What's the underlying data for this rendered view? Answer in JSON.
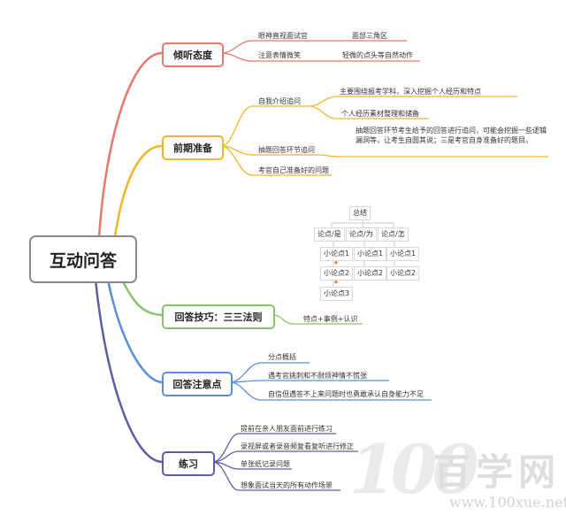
{
  "root": "互动问答",
  "branches": {
    "listen": {
      "title": "倾听态度",
      "color": "#e8776b",
      "items": [
        "眼神直视面试官",
        "面部三角区",
        "注意表情微笑",
        "轻微的点头等自然动作"
      ]
    },
    "prep": {
      "title": "前期准备",
      "color": "#f0b429",
      "items": [
        "自我介绍追问",
        "主要围绕报考学科，深入挖掘个人经历和特点",
        "个人经历素材整理和储备",
        "抽题回答环节追问",
        "抽题回答环节考生给予的回答进行追问，可能会挖掘一些逻辑漏洞等，让考生自圆其说；三是考官自身准备好的题目。",
        "考官自己准备好的问题"
      ]
    },
    "skill": {
      "title": "回答技巧：三三法则",
      "color": "#8ac26a",
      "items": [
        "特点+事例+认识"
      ],
      "diagram": {
        "top": "总结",
        "points": [
          "论点/是",
          "论点/为",
          "论点/怎"
        ],
        "sub1": [
          "小论点1",
          "小论点2",
          "小论点3"
        ],
        "sub2": [
          "小论点1",
          "小论点2"
        ],
        "sub3": [
          "小论点1",
          "小论点2"
        ]
      }
    },
    "notes": {
      "title": "回答注意点",
      "color": "#5b8ed8",
      "items": [
        "分点概括",
        "遇考官挑刺和不耐烦神情不慌张",
        "自信但遇答不上来问题时也勇敢承认自身能力不足"
      ]
    },
    "practice": {
      "title": "练习",
      "color": "#5d5da3",
      "items": [
        "提前在亲人朋友面前进行练习",
        "录视屏或者录音频复看复听进行修正",
        "单张纸记录问题",
        "想象面试当天的所有动作场景"
      ]
    }
  },
  "watermark": {
    "num": "100",
    "cn": "百学网",
    "url": "www.100xue.net"
  },
  "colors": {
    "arrow": "#e07820",
    "root_border": "#8a8a8a"
  }
}
